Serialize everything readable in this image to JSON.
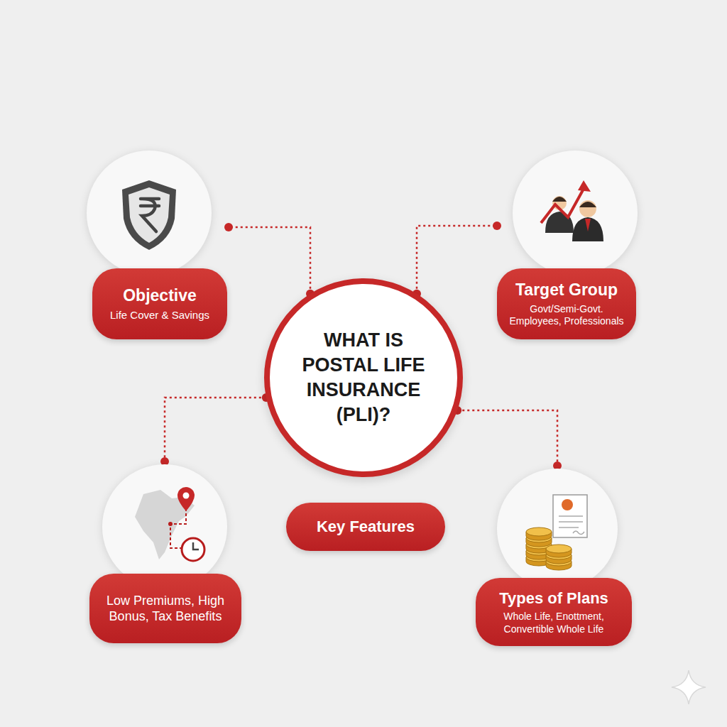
{
  "diagram": {
    "nodes": [
      {
        "text": [
          "Objective",
          "Life Cover & Savings"
        ]
      },
      {
        "text": [
          "Target Group",
          "Govt/Semi-Govt. Employees, Professionals"
        ]
      },
      {
        "text": [
          "WHAT IS POSTAL LIFE INSURANCE (PLI)?"
        ]
      },
      {
        "text": [
          "Key Features"
        ]
      },
      {
        "text": [
          "Low Premiums, High Bonus, Tax Benefits"
        ]
      },
      {
        "text": [
          "Types of Plans",
          "Whole Life, Enottment, Convertible Whole Life"
        ]
      }
    ],
    "edges": [
      {
        "from": 2,
        "to": 0,
        "arrow": "none"
      },
      {
        "from": 2,
        "to": 1,
        "arrow": "none"
      },
      {
        "from": 2,
        "to": 4,
        "arrow": "none"
      },
      {
        "from": 2,
        "to": 5,
        "arrow": "none"
      }
    ]
  }
}
